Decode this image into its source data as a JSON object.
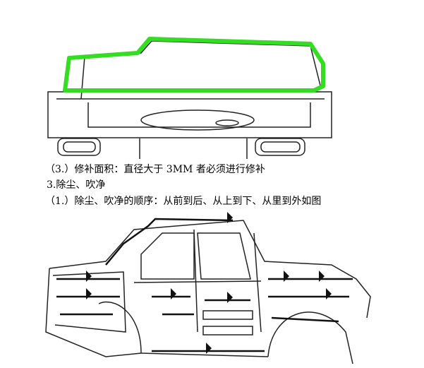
{
  "lines": [
    "（3.）修补面积：直径大于 3MM 者必须进行修补",
    "3.除尘、吹净",
    "（1.）除尘、吹净的顺序：从前到后、从上到下、从里到外如图"
  ],
  "colors": {
    "highlight": "#33dd22"
  }
}
